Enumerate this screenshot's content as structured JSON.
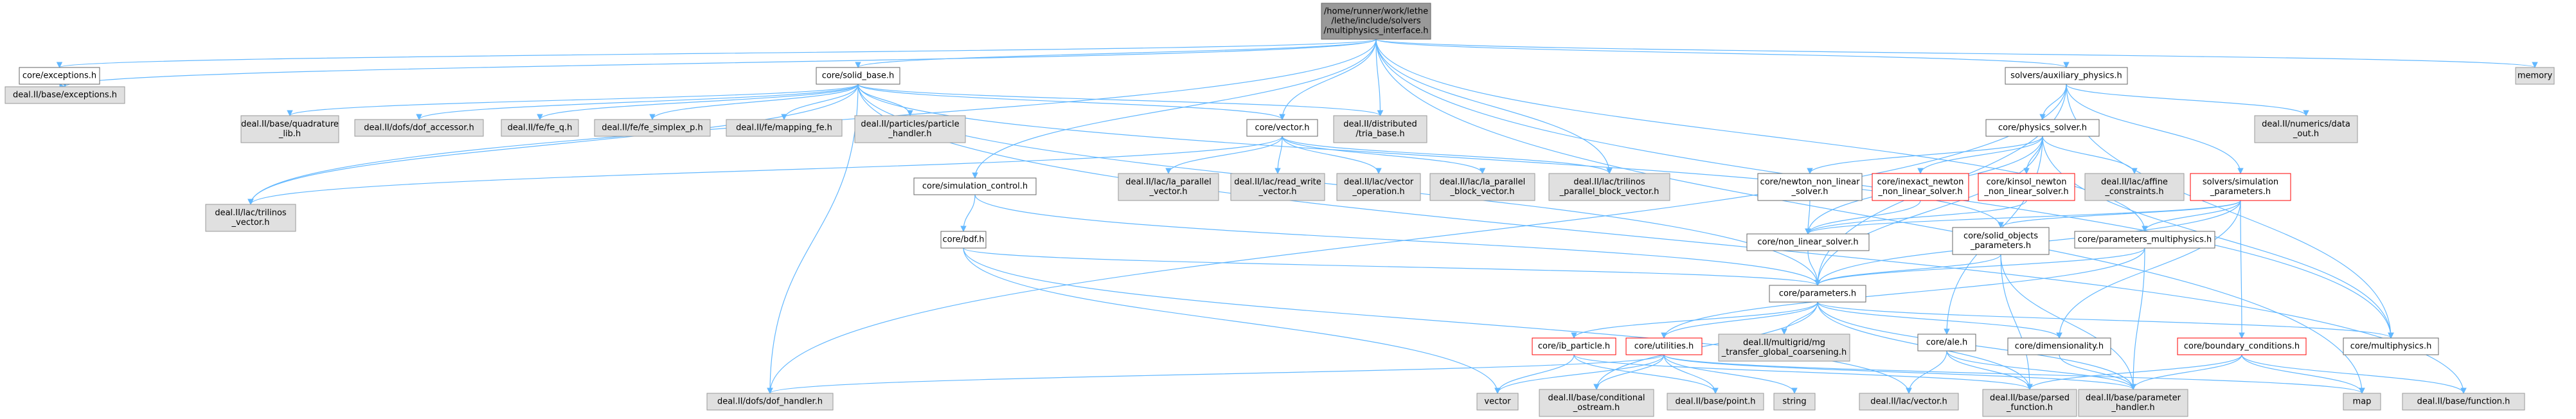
{
  "graph": {
    "title": "",
    "nodes": [
      {
        "id": "root",
        "style": "root",
        "lines": [
          "/home/runner/work/lethe",
          "/lethe/include/solvers",
          "/multiphysics_interface.h"
        ]
      },
      {
        "id": "exceptions",
        "style": "normal",
        "lines": [
          "core/exceptions.h"
        ]
      },
      {
        "id": "solid_base",
        "style": "normal",
        "lines": [
          "core/solid_base.h"
        ]
      },
      {
        "id": "aux_physics",
        "style": "normal",
        "lines": [
          "solvers/auxiliary_physics.h"
        ]
      },
      {
        "id": "memory",
        "style": "external",
        "lines": [
          "memory"
        ]
      },
      {
        "id": "dealii_exceptions",
        "style": "external",
        "lines": [
          "deal.II/base/exceptions.h"
        ]
      },
      {
        "id": "trilinos_vector",
        "style": "external",
        "lines": [
          "deal.II/lac/trilinos",
          "_vector.h"
        ]
      },
      {
        "id": "quadrature_lib",
        "style": "external",
        "lines": [
          "deal.II/base/quadrature",
          "_lib.h"
        ]
      },
      {
        "id": "dof_accessor",
        "style": "external",
        "lines": [
          "deal.II/dofs/dof_accessor.h"
        ]
      },
      {
        "id": "fe_q",
        "style": "external",
        "lines": [
          "deal.II/fe/fe_q.h"
        ]
      },
      {
        "id": "fe_simplex_p",
        "style": "external",
        "lines": [
          "deal.II/fe/fe_simplex_p.h"
        ]
      },
      {
        "id": "mapping_fe",
        "style": "external",
        "lines": [
          "deal.II/fe/mapping_fe.h"
        ]
      },
      {
        "id": "particle_handler",
        "style": "external",
        "lines": [
          "deal.II/particles/particle",
          "_handler.h"
        ]
      },
      {
        "id": "core_vector",
        "style": "normal",
        "lines": [
          "core/vector.h"
        ]
      },
      {
        "id": "tria_base",
        "style": "external",
        "lines": [
          "deal.II/distributed",
          "/tria_base.h"
        ]
      },
      {
        "id": "simulation_control",
        "style": "normal",
        "lines": [
          "core/simulation_control.h"
        ]
      },
      {
        "id": "physics_solver",
        "style": "normal",
        "lines": [
          "core/physics_solver.h"
        ]
      },
      {
        "id": "data_out",
        "style": "external",
        "lines": [
          "deal.II/numerics/data",
          "_out.h"
        ]
      },
      {
        "id": "la_parallel_vector",
        "style": "external",
        "lines": [
          "deal.II/lac/la_parallel",
          "_vector.h"
        ]
      },
      {
        "id": "read_write_vector",
        "style": "external",
        "lines": [
          "deal.II/lac/read_write",
          "_vector.h"
        ]
      },
      {
        "id": "vector_operation",
        "style": "external",
        "lines": [
          "deal.II/lac/vector",
          "_operation.h"
        ]
      },
      {
        "id": "la_parallel_block",
        "style": "external",
        "lines": [
          "deal.II/lac/la_parallel",
          "_block_vector.h"
        ]
      },
      {
        "id": "trilinos_block",
        "style": "external",
        "lines": [
          "deal.II/lac/trilinos",
          "_parallel_block_vector.h"
        ]
      },
      {
        "id": "newton_nls",
        "style": "normal",
        "lines": [
          "core/newton_non_linear",
          "_solver.h"
        ]
      },
      {
        "id": "inexact_newton",
        "style": "incomplete",
        "lines": [
          "core/inexact_newton",
          "_non_linear_solver.h"
        ]
      },
      {
        "id": "kinsol_newton",
        "style": "incomplete",
        "lines": [
          "core/kinsol_newton",
          "_non_linear_solver.h"
        ]
      },
      {
        "id": "affine_constraints",
        "style": "external",
        "lines": [
          "deal.II/lac/affine",
          "_constraints.h"
        ]
      },
      {
        "id": "sim_parameters",
        "style": "incomplete",
        "lines": [
          "solvers/simulation",
          "_parameters.h"
        ]
      },
      {
        "id": "bdf",
        "style": "normal",
        "lines": [
          "core/bdf.h"
        ]
      },
      {
        "id": "non_linear_solver",
        "style": "normal",
        "lines": [
          "core/non_linear_solver.h"
        ]
      },
      {
        "id": "solid_objects_params",
        "style": "normal",
        "lines": [
          "core/solid_objects",
          "_parameters.h"
        ]
      },
      {
        "id": "params_multiphysics",
        "style": "normal",
        "lines": [
          "core/parameters_multiphysics.h"
        ]
      },
      {
        "id": "parameters",
        "style": "normal",
        "lines": [
          "core/parameters.h"
        ]
      },
      {
        "id": "ib_particle",
        "style": "incomplete",
        "lines": [
          "core/ib_particle.h"
        ]
      },
      {
        "id": "utilities",
        "style": "incomplete",
        "lines": [
          "core/utilities.h"
        ]
      },
      {
        "id": "mg_coarsening",
        "style": "external",
        "lines": [
          "deal.II/multigrid/mg",
          "_transfer_global_coarsening.h"
        ]
      },
      {
        "id": "ale",
        "style": "normal",
        "lines": [
          "core/ale.h"
        ]
      },
      {
        "id": "dimensionality",
        "style": "normal",
        "lines": [
          "core/dimensionality.h"
        ]
      },
      {
        "id": "boundary_conditions",
        "style": "incomplete",
        "lines": [
          "core/boundary_conditions.h"
        ]
      },
      {
        "id": "multiphysics",
        "style": "normal",
        "lines": [
          "core/multiphysics.h"
        ]
      },
      {
        "id": "dof_handler",
        "style": "external",
        "lines": [
          "deal.II/dofs/dof_handler.h"
        ]
      },
      {
        "id": "vector_std",
        "style": "external",
        "lines": [
          "vector"
        ]
      },
      {
        "id": "conditional_ostream",
        "style": "external",
        "lines": [
          "deal.II/base/conditional",
          "_ostream.h"
        ]
      },
      {
        "id": "point",
        "style": "external",
        "lines": [
          "deal.II/base/point.h"
        ]
      },
      {
        "id": "string",
        "style": "external",
        "lines": [
          "string"
        ]
      },
      {
        "id": "lac_vector",
        "style": "external",
        "lines": [
          "deal.II/lac/vector.h"
        ]
      },
      {
        "id": "parsed_function",
        "style": "external",
        "lines": [
          "deal.II/base/parsed",
          "_function.h"
        ]
      },
      {
        "id": "param_handler",
        "style": "external",
        "lines": [
          "deal.II/base/parameter",
          "_handler.h"
        ]
      },
      {
        "id": "map",
        "style": "external",
        "lines": [
          "map"
        ]
      },
      {
        "id": "function",
        "style": "external",
        "lines": [
          "deal.II/base/function.h"
        ]
      }
    ],
    "edges": [
      [
        "root",
        "exceptions"
      ],
      [
        "root",
        "dealii_exceptions"
      ],
      [
        "root",
        "solid_base"
      ],
      [
        "root",
        "trilinos_vector"
      ],
      [
        "root",
        "core_vector"
      ],
      [
        "root",
        "tria_base"
      ],
      [
        "root",
        "simulation_control"
      ],
      [
        "root",
        "trilinos_block"
      ],
      [
        "root",
        "aux_physics"
      ],
      [
        "root",
        "memory"
      ],
      [
        "root",
        "multiphysics"
      ],
      [
        "root",
        "params_multiphysics"
      ],
      [
        "root",
        "map"
      ],
      [
        "exceptions",
        "dealii_exceptions"
      ],
      [
        "solid_base",
        "trilinos_vector"
      ],
      [
        "solid_base",
        "quadrature_lib"
      ],
      [
        "solid_base",
        "dof_accessor"
      ],
      [
        "solid_base",
        "fe_q"
      ],
      [
        "solid_base",
        "fe_simplex_p"
      ],
      [
        "solid_base",
        "mapping_fe"
      ],
      [
        "solid_base",
        "particle_handler"
      ],
      [
        "solid_base",
        "core_vector"
      ],
      [
        "solid_base",
        "tria_base"
      ],
      [
        "solid_base",
        "dof_handler"
      ],
      [
        "solid_base",
        "parameters"
      ],
      [
        "solid_base",
        "solid_objects_params"
      ],
      [
        "solid_base",
        "function"
      ],
      [
        "aux_physics",
        "physics_solver"
      ],
      [
        "aux_physics",
        "data_out"
      ],
      [
        "aux_physics",
        "sim_parameters"
      ],
      [
        "aux_physics",
        "multiphysics"
      ],
      [
        "aux_physics",
        "dof_handler"
      ],
      [
        "aux_physics",
        "parameters"
      ],
      [
        "core_vector",
        "trilinos_vector"
      ],
      [
        "core_vector",
        "la_parallel_vector"
      ],
      [
        "core_vector",
        "read_write_vector"
      ],
      [
        "core_vector",
        "vector_operation"
      ],
      [
        "core_vector",
        "la_parallel_block"
      ],
      [
        "core_vector",
        "trilinos_block"
      ],
      [
        "simulation_control",
        "bdf"
      ],
      [
        "simulation_control",
        "parameters"
      ],
      [
        "physics_solver",
        "newton_nls"
      ],
      [
        "physics_solver",
        "inexact_newton"
      ],
      [
        "physics_solver",
        "kinsol_newton"
      ],
      [
        "physics_solver",
        "affine_constraints"
      ],
      [
        "physics_solver",
        "non_linear_solver"
      ],
      [
        "physics_solver",
        "parameters"
      ],
      [
        "physics_solver",
        "multiphysics"
      ],
      [
        "physics_solver",
        "ale"
      ],
      [
        "newton_nls",
        "non_linear_solver"
      ],
      [
        "inexact_newton",
        "non_linear_solver"
      ],
      [
        "kinsol_newton",
        "non_linear_solver"
      ],
      [
        "sim_parameters",
        "solid_objects_params"
      ],
      [
        "sim_parameters",
        "params_multiphysics"
      ],
      [
        "sim_parameters",
        "parameters"
      ],
      [
        "sim_parameters",
        "boundary_conditions"
      ],
      [
        "sim_parameters",
        "dimensionality"
      ],
      [
        "sim_parameters",
        "non_linear_solver"
      ],
      [
        "bdf",
        "parameters"
      ],
      [
        "bdf",
        "vector_std"
      ],
      [
        "bdf",
        "lac_vector"
      ],
      [
        "non_linear_solver",
        "parameters"
      ],
      [
        "solid_objects_params",
        "parameters"
      ],
      [
        "solid_objects_params",
        "parsed_function"
      ],
      [
        "solid_objects_params",
        "param_handler"
      ],
      [
        "params_multiphysics",
        "parameters"
      ],
      [
        "params_multiphysics",
        "param_handler"
      ],
      [
        "params_multiphysics",
        "utilities"
      ],
      [
        "parameters",
        "ib_particle"
      ],
      [
        "parameters",
        "utilities"
      ],
      [
        "parameters",
        "mg_coarsening"
      ],
      [
        "parameters",
        "dimensionality"
      ],
      [
        "parameters",
        "multiphysics"
      ],
      [
        "parameters",
        "conditional_ostream"
      ],
      [
        "parameters",
        "param_handler"
      ],
      [
        "parameters",
        "parsed_function"
      ],
      [
        "ib_particle",
        "vector_std"
      ],
      [
        "ib_particle",
        "point"
      ],
      [
        "ib_particle",
        "parsed_function"
      ],
      [
        "utilities",
        "dof_handler"
      ],
      [
        "utilities",
        "vector_std"
      ],
      [
        "utilities",
        "conditional_ostream"
      ],
      [
        "utilities",
        "point"
      ],
      [
        "utilities",
        "string"
      ],
      [
        "utilities",
        "map"
      ],
      [
        "utilities",
        "param_handler"
      ],
      [
        "ale",
        "lac_vector"
      ],
      [
        "ale",
        "parsed_function"
      ],
      [
        "ale",
        "param_handler"
      ],
      [
        "dimensionality",
        "param_handler"
      ],
      [
        "boundary_conditions",
        "parsed_function"
      ],
      [
        "boundary_conditions",
        "param_handler"
      ],
      [
        "boundary_conditions",
        "map"
      ],
      [
        "boundary_conditions",
        "function"
      ]
    ]
  }
}
